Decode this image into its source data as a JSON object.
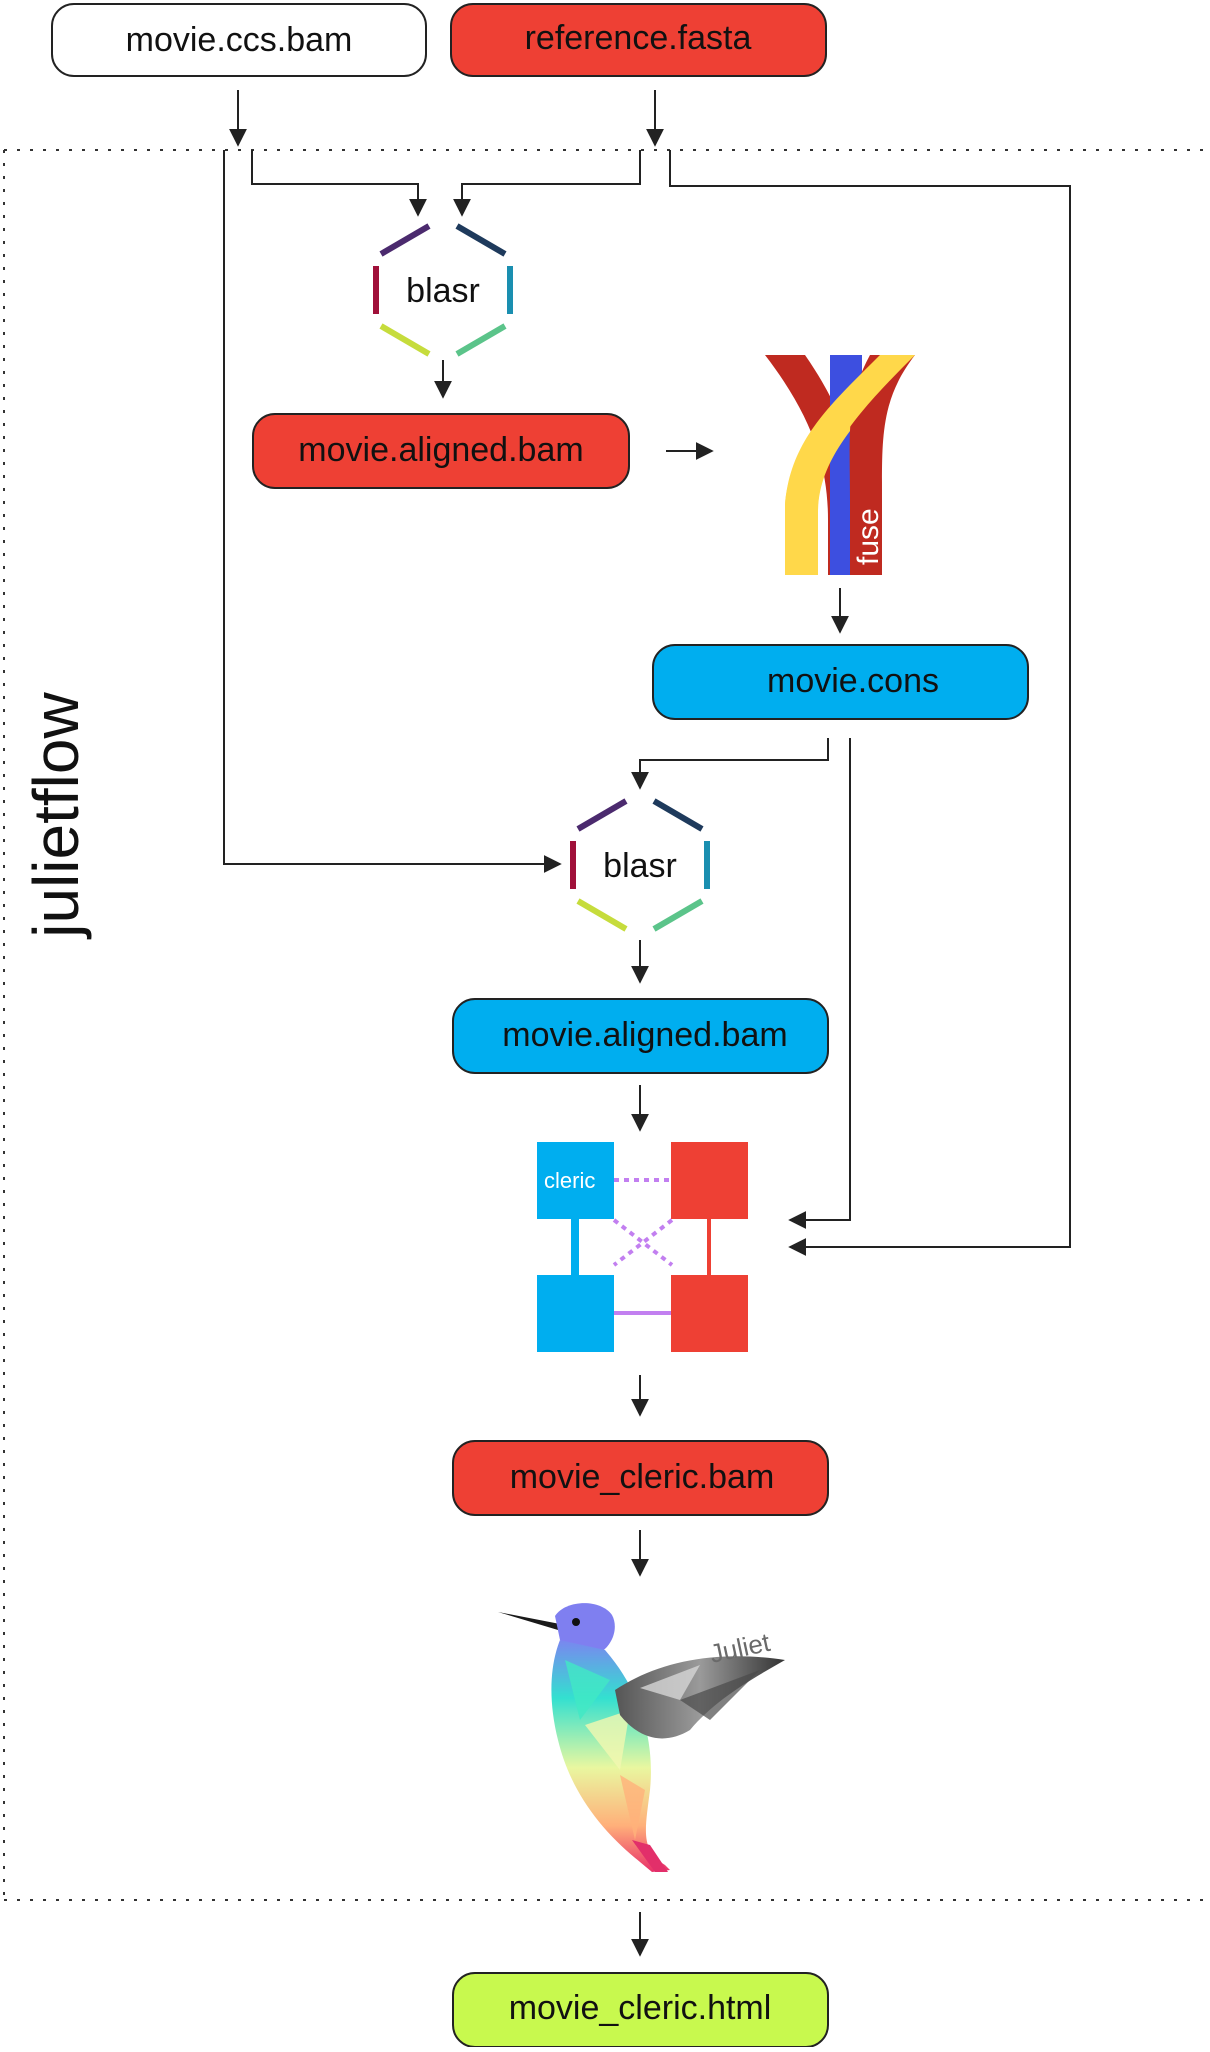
{
  "diagram": {
    "frame_label": "julietflow",
    "colors": {
      "red": "#ee4034",
      "blue": "#00aeef",
      "green": "#c8f94e",
      "white": "#ffffff",
      "stroke": "#222222"
    },
    "nodes": {
      "ccs_bam": "movie.ccs.bam",
      "reference": "reference.fasta",
      "aligned_bam_1": "movie.aligned.bam",
      "cons": "movie.cons",
      "aligned_bam_2": "movie.aligned.bam",
      "cleric_bam": "movie_cleric.bam",
      "cleric_html": "movie_cleric.html"
    },
    "tools": {
      "blasr_1": "blasr",
      "blasr_2": "blasr",
      "fuse": "fuse",
      "cleric": "cleric",
      "juliet": "Juliet"
    },
    "icons": {
      "blasr": "hexagon-logo-icon",
      "fuse": "braided-strands-logo-icon",
      "cleric": "four-squares-logo-icon",
      "juliet": "hummingbird-logo-icon"
    }
  }
}
